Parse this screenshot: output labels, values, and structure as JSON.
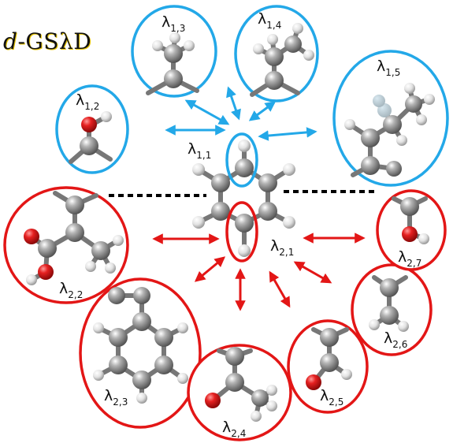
{
  "title": {
    "italic": "d",
    "rest": "-GSλD"
  },
  "colors": {
    "blue": "#23a8e8",
    "red": "#e31616",
    "atomC": "#8a8a8a",
    "atomH": "#d8d8d8",
    "atomO": "#e0202a"
  },
  "labels": {
    "l11": {
      "sym": "λ",
      "sub": "1,1"
    },
    "l12": {
      "sym": "λ",
      "sub": "1,2"
    },
    "l13": {
      "sym": "λ",
      "sub": "1,3"
    },
    "l14": {
      "sym": "λ",
      "sub": "1,4"
    },
    "l15": {
      "sym": "λ",
      "sub": "1,5"
    },
    "l21": {
      "sym": "λ",
      "sub": "2,1"
    },
    "l22": {
      "sym": "λ",
      "sub": "2,2"
    },
    "l23": {
      "sym": "λ",
      "sub": "2,3"
    },
    "l24": {
      "sym": "λ",
      "sub": "2,4"
    },
    "l25": {
      "sym": "λ",
      "sub": "2,5"
    },
    "l26": {
      "sym": "λ",
      "sub": "2,6"
    },
    "l27": {
      "sym": "λ",
      "sub": "2,7"
    }
  }
}
